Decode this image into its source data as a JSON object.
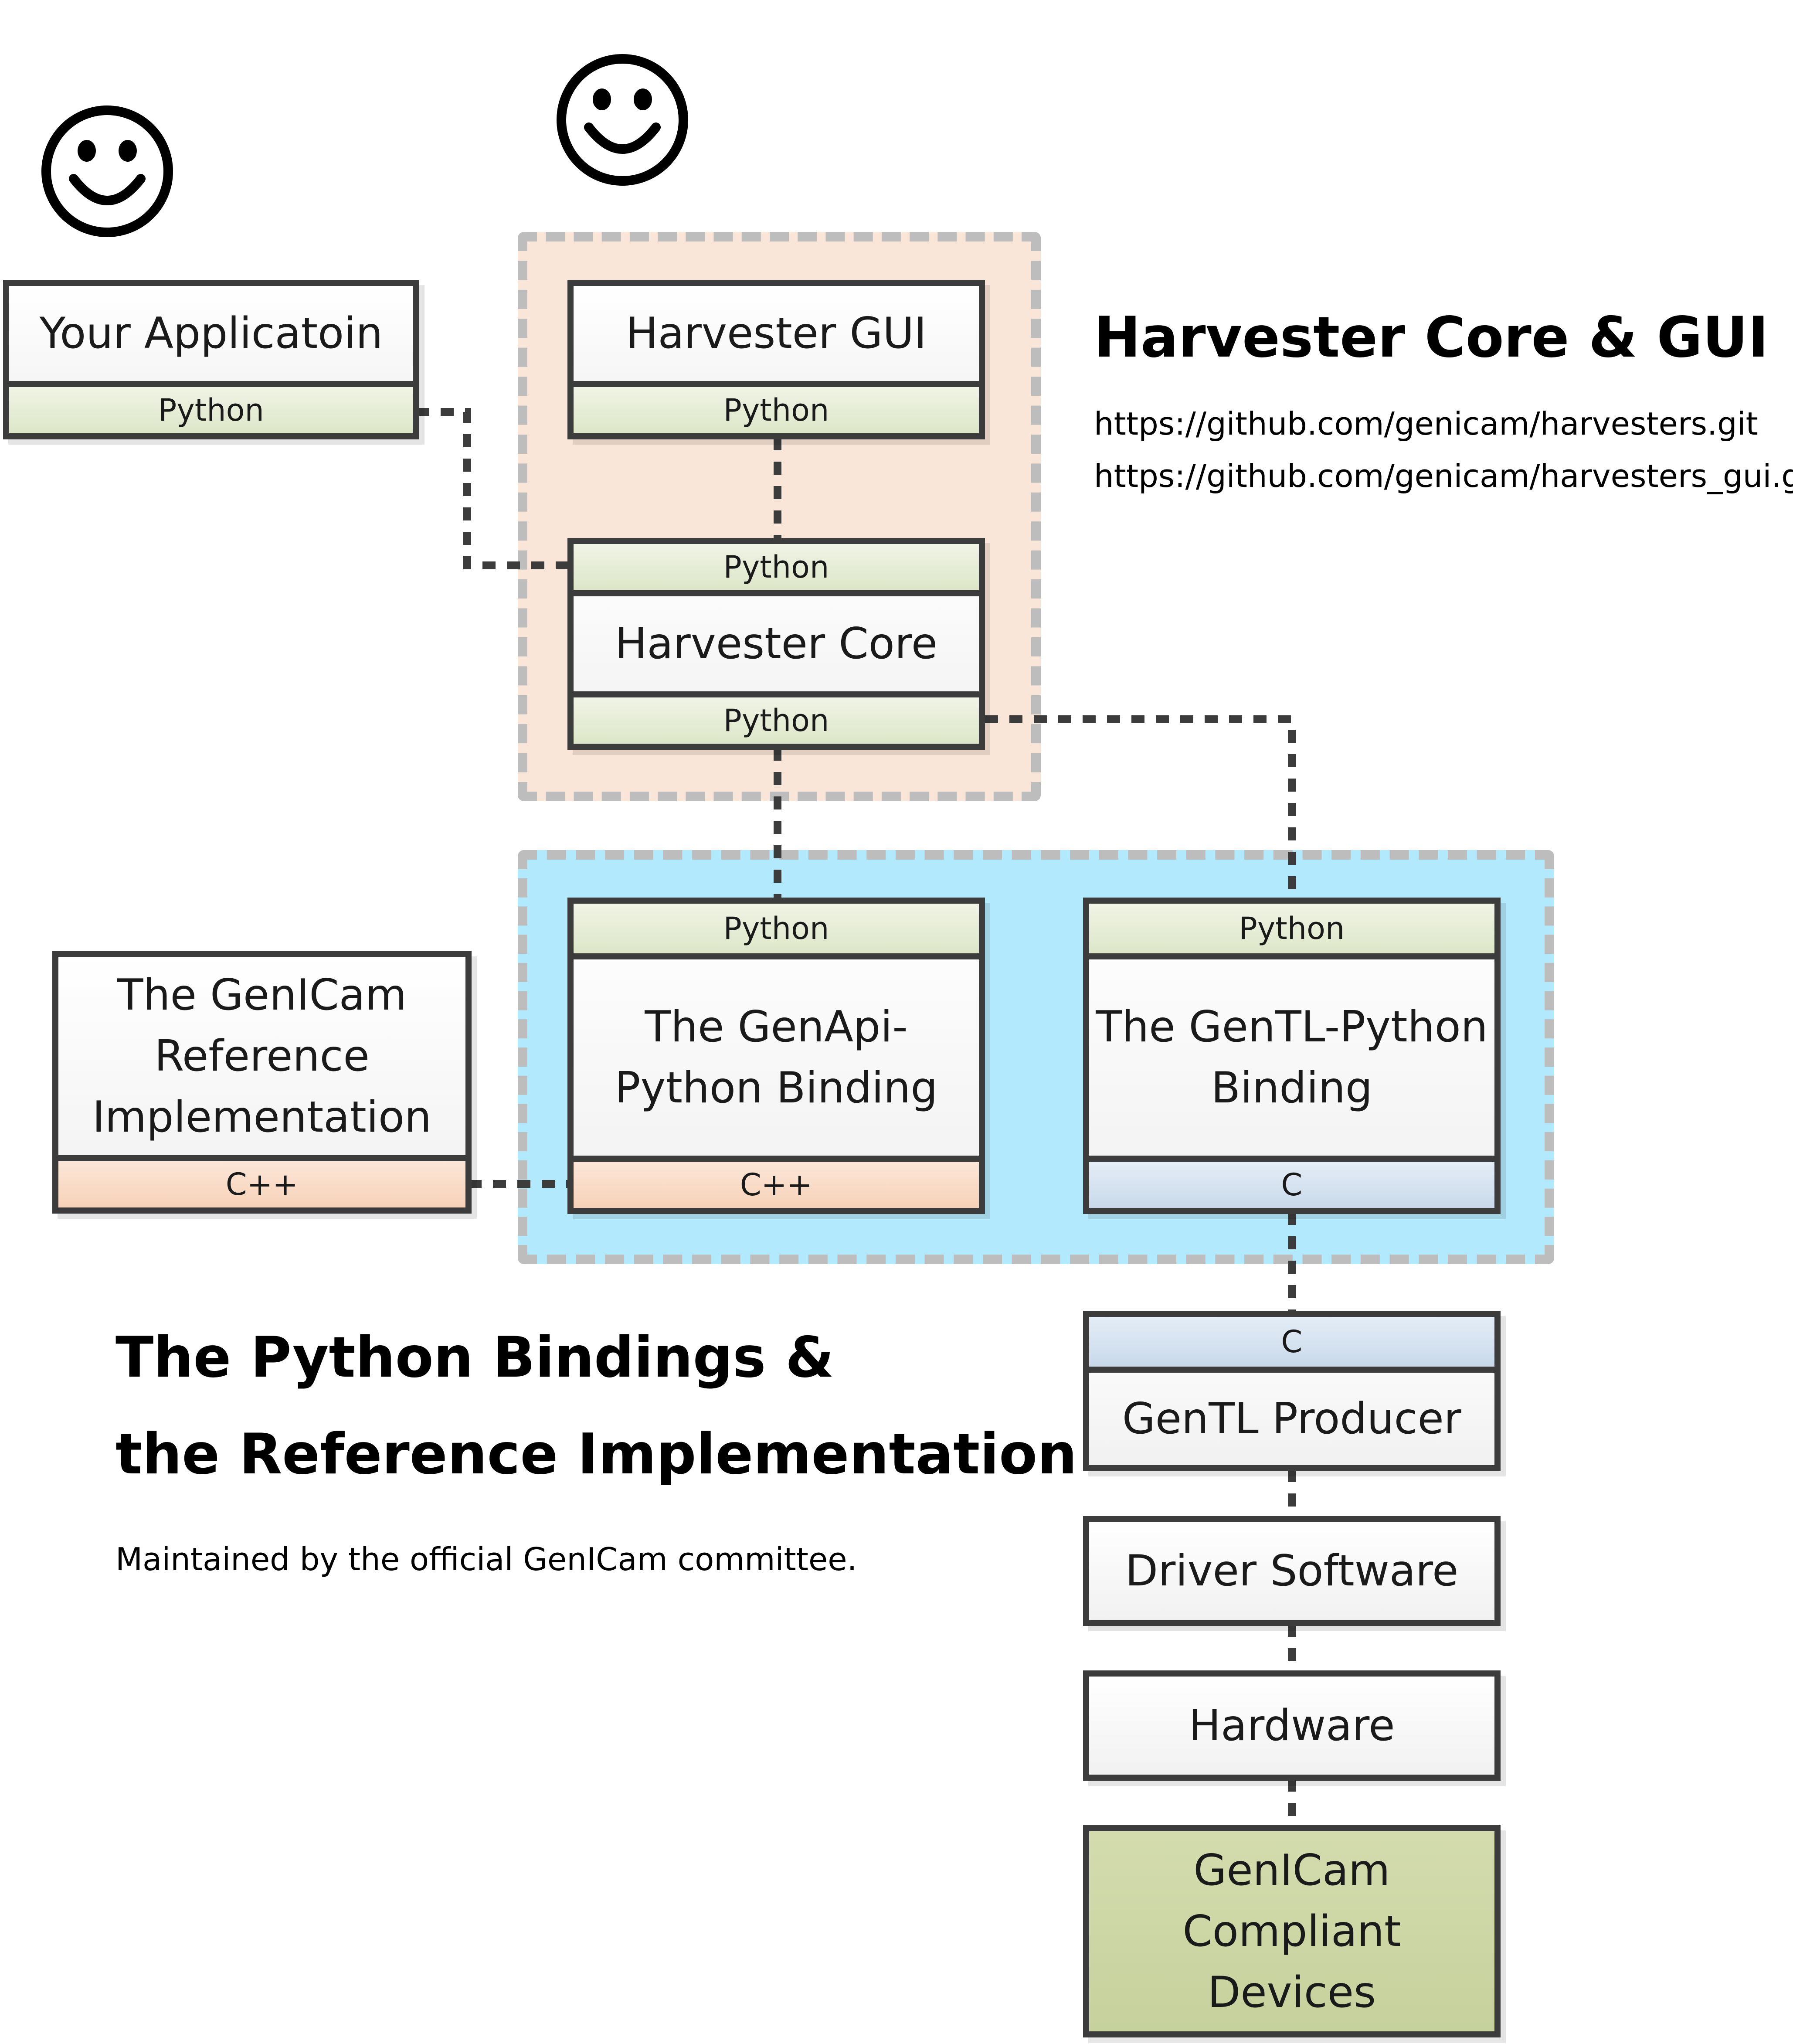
{
  "harvester_section": {
    "title": "Harvester Core & GUI",
    "urls": [
      "https://github.com/genicam/harvesters.git",
      "https://github.com/genicam/harvesters_gui.git"
    ]
  },
  "bindings_section": {
    "title_line1": "The Python Bindings &",
    "title_line2": "the Reference Implementation",
    "note": "Maintained by the official GenICam committee."
  },
  "boxes": {
    "your_application": {
      "title": "Your Applicatoin",
      "bottom": "Python"
    },
    "harvester_gui": {
      "title": "Harvester GUI",
      "bottom": "Python"
    },
    "harvester_core": {
      "top": "Python",
      "title": "Harvester Core",
      "bottom": "Python"
    },
    "genicam_reference": {
      "title": "The GenICam Reference Implementation",
      "bottom": "C++"
    },
    "genapi_binding": {
      "top": "Python",
      "title": "The GenApi-Python Binding",
      "bottom": "C++"
    },
    "gentl_binding": {
      "top": "Python",
      "title": "The GenTL-Python Binding",
      "bottom": "C"
    },
    "gentl_producer": {
      "top": "C",
      "title": "GenTL Producer"
    },
    "driver_software": {
      "title": "Driver Software"
    },
    "hardware": {
      "title": "Hardware"
    },
    "devices": {
      "title": "GenICam Compliant Devices"
    }
  },
  "colors": {
    "python_band": "#dde6c8",
    "cpp_band": "#f7d2b8",
    "c_band": "#c9d9ea",
    "harvester_group_fill": "#fae6d9",
    "bindings_group_fill": "#b3e9fc",
    "devices_fill": "#c6d19d",
    "border": "#3c3c3c"
  },
  "icons": [
    "smiley-icon",
    "smiley-icon"
  ]
}
